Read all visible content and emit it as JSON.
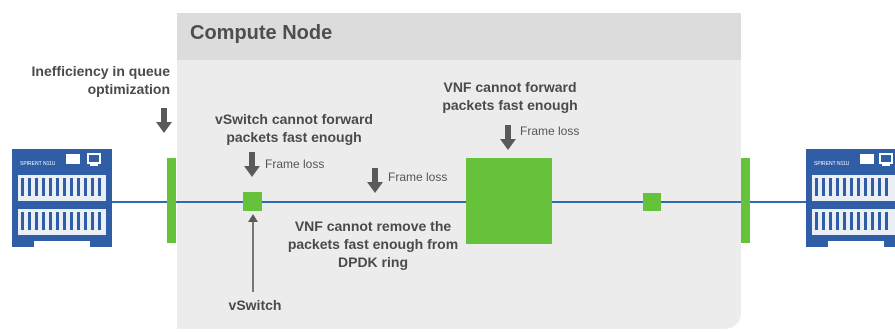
{
  "node": {
    "title": "Compute Node"
  },
  "labels": {
    "inefficiency": "Inefficiency in queue optimization",
    "vswitch_forward": "vSwitch cannot forward packets fast enough",
    "vnf_forward": "VNF cannot forward packets fast enough",
    "vnf_remove": "VNF cannot remove the packets fast enough from DPDK ring",
    "vswitch": "vSwitch",
    "frame_loss_1": "Frame loss",
    "frame_loss_2": "Frame loss",
    "frame_loss_3": "Frame loss"
  },
  "devices": {
    "left_brand": "SPIRENT N11U",
    "right_brand": "SPIRENT N11U"
  },
  "colors": {
    "node_bg": "#ececec",
    "node_header": "#dcdcdc",
    "line": "#2d6bb5",
    "green": "#66c23a",
    "arrow": "#5a5a5a",
    "device": "#2f5ea6"
  }
}
